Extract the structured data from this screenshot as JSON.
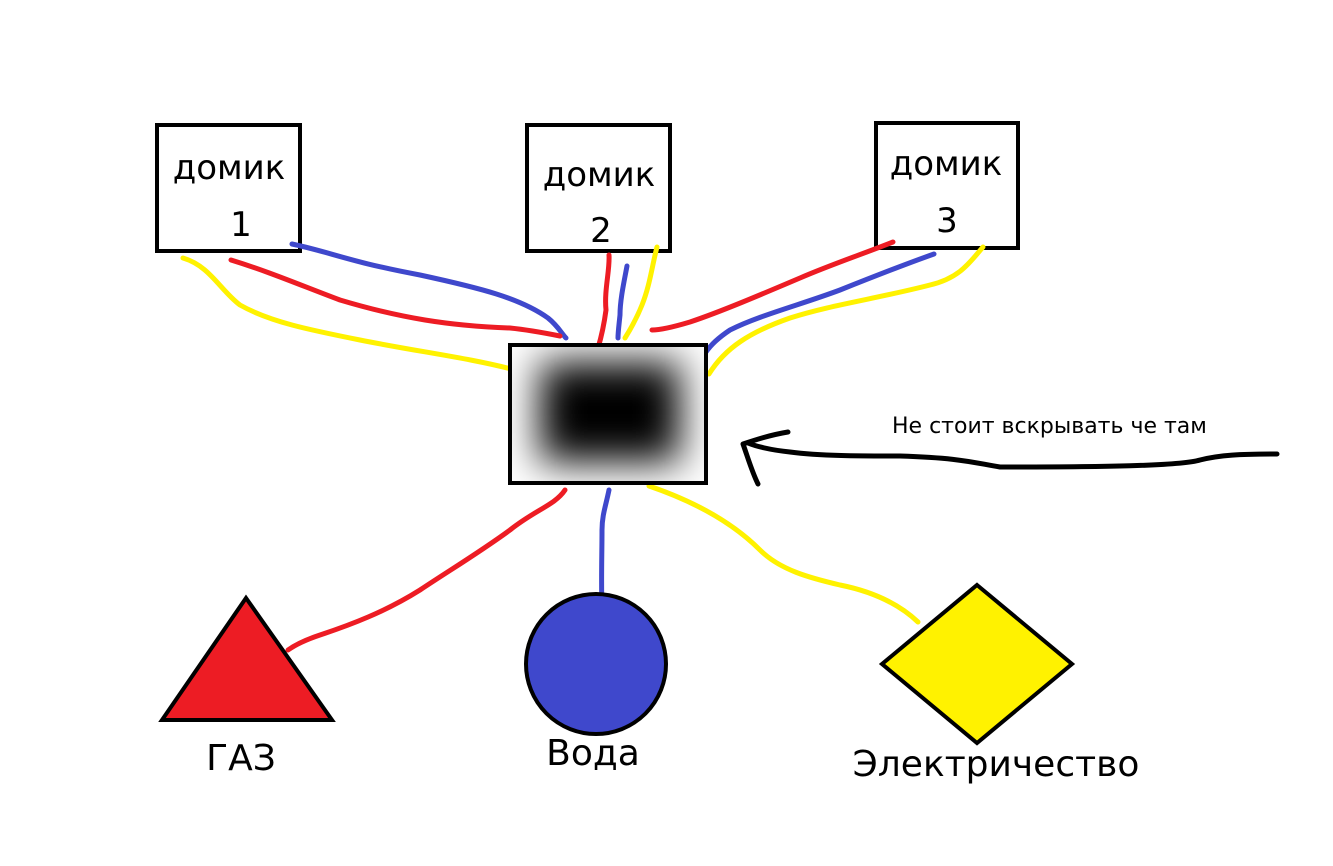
{
  "colors": {
    "gas": "#ed1c24",
    "water": "#3f48cc",
    "electricity": "#fff200",
    "outline": "#000000"
  },
  "houses": [
    {
      "word": "домик",
      "number": "1"
    },
    {
      "word": "домик",
      "number": "2"
    },
    {
      "word": "домик",
      "number": "3"
    }
  ],
  "utilities": {
    "gas": {
      "label": "ГАЗ",
      "shape": "triangle"
    },
    "water": {
      "label": "Вода",
      "shape": "circle"
    },
    "electricity": {
      "label": "Электричество",
      "shape": "diamond"
    }
  },
  "hub": {
    "note": "Не стоит вскрывать че там",
    "appearance": "black blurred box"
  }
}
